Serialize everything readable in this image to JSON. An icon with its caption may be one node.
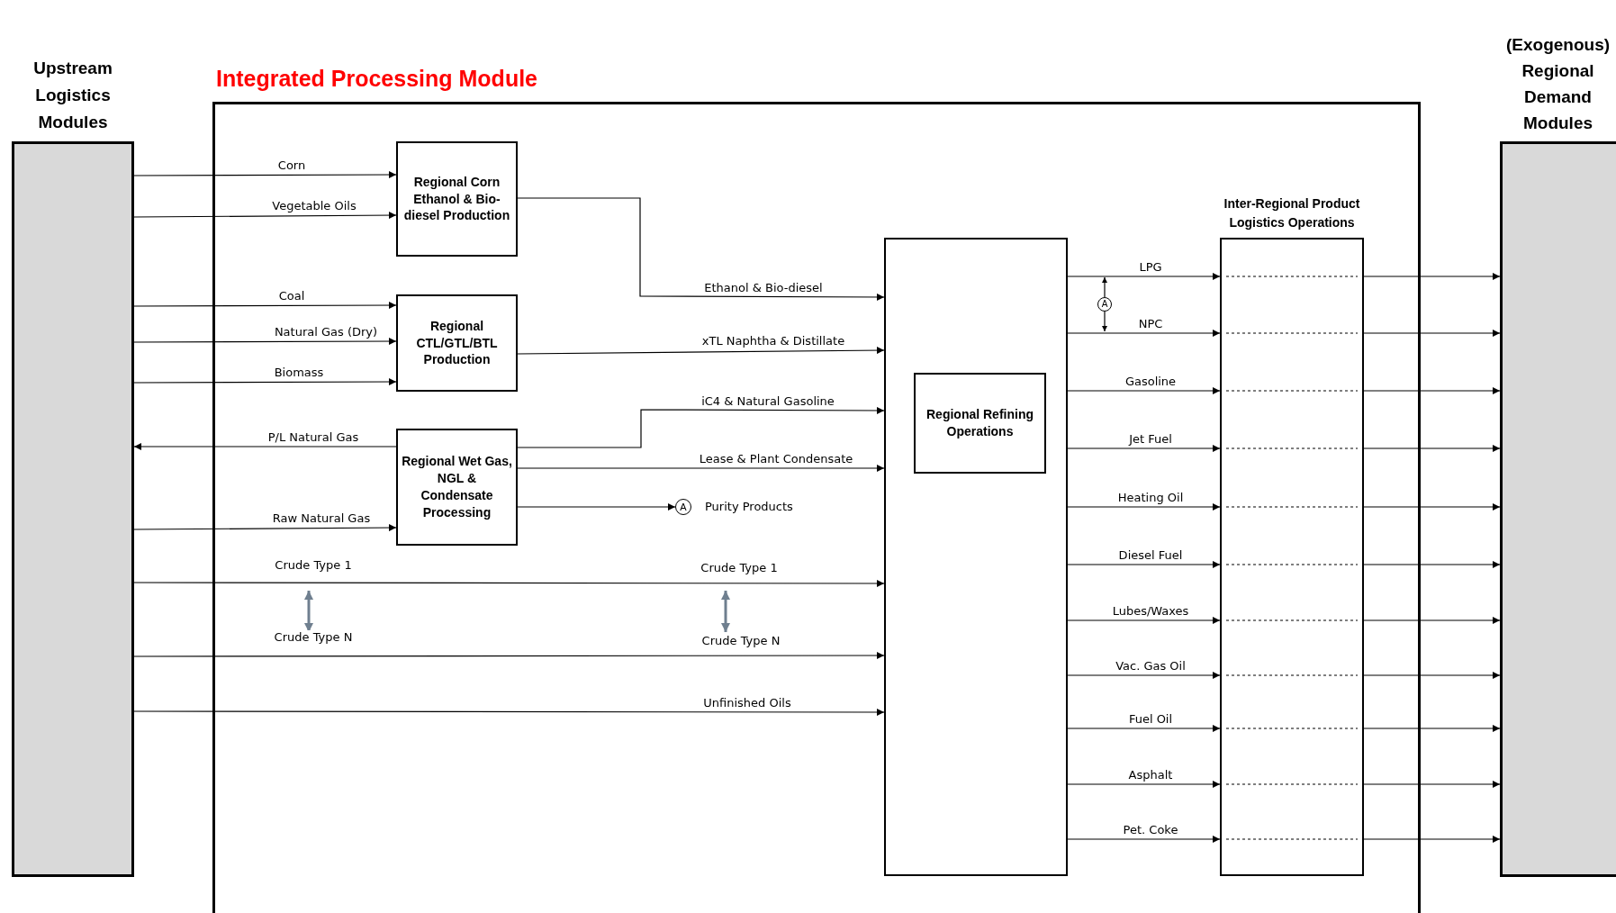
{
  "diagram": {
    "nodes": [
      {
        "text": [
          "Upstream Logistics Modules"
        ]
      },
      {
        "text": [
          "Integrated Processing Module"
        ]
      },
      {
        "text": [
          "Regional Corn Ethanol & Bio-diesel Production"
        ],
        "in": 1
      },
      {
        "text": [
          "Regional CTL/GTL/BTL Production"
        ],
        "in": 1
      },
      {
        "text": [
          "Regional Wet Gas, NGL & Condensate Processing"
        ],
        "in": 1
      },
      {
        "text": [],
        "shape": "box",
        "in": 1
      },
      {
        "text": [
          "Regional Refining Operations"
        ],
        "in": 5
      },
      {
        "text": [
          "Inter-Regional Product Logistics Operations"
        ],
        "in": 1
      },
      {
        "text": [
          "(Exogenous) Regional Demand Modules"
        ]
      },
      {
        "text": [
          "A"
        ],
        "beside": [
          "Purity Products"
        ],
        "in": 1
      },
      {
        "text": [
          "A"
        ],
        "in": 1
      }
    ],
    "edges": [
      {
        "from": 0,
        "to": 2,
        "arrow": "to",
        "label": "Corn"
      },
      {
        "from": 0,
        "to": 2,
        "arrow": "to",
        "label": "Vegetable Oils"
      },
      {
        "from": 0,
        "to": 3,
        "arrow": "to",
        "label": "Coal"
      },
      {
        "from": 0,
        "to": 3,
        "arrow": "to",
        "label": "Natural Gas (Dry)"
      },
      {
        "from": 0,
        "to": 3,
        "arrow": "to",
        "label": "Biomass"
      },
      {
        "from": 4,
        "to": 0,
        "arrow": "to",
        "label": "P/L Natural Gas"
      },
      {
        "from": 0,
        "to": 4,
        "arrow": "to",
        "label": "Raw Natural Gas"
      },
      {
        "from": 2,
        "to": 5,
        "arrow": "to",
        "label": "Ethanol & Bio-diesel"
      },
      {
        "from": 3,
        "to": 5,
        "arrow": "to",
        "label": "xTL Naphtha & Distillate"
      },
      {
        "from": 4,
        "to": 5,
        "arrow": "to",
        "label": "iC4 & Natural Gasoline"
      },
      {
        "from": 4,
        "to": 5,
        "arrow": "to",
        "label": "Lease & Plant Condensate"
      },
      {
        "from": 4,
        "to": 9,
        "arrow": "to"
      },
      {
        "from": 0,
        "to": 5,
        "arrow": "to",
        "label": "Crude Type 1"
      },
      {
        "from": 0,
        "to": 5,
        "arrow": "to",
        "label": "Crude Type N"
      },
      {
        "from": 0,
        "to": 5,
        "arrow": "to",
        "label": "Unfinished Oils"
      },
      {
        "from": 5,
        "to": 7,
        "arrow": "to",
        "label": "LPG"
      },
      {
        "from": 5,
        "to": 7,
        "arrow": "to",
        "label": "NPC"
      },
      {
        "from": 5,
        "to": 7,
        "arrow": "to",
        "label": "Gasoline"
      },
      {
        "from": 5,
        "to": 7,
        "arrow": "to",
        "label": "Jet Fuel"
      },
      {
        "from": 5,
        "to": 7,
        "arrow": "to",
        "label": "Heating Oil"
      },
      {
        "from": 5,
        "to": 7,
        "arrow": "to",
        "label": "Diesel Fuel"
      },
      {
        "from": 5,
        "to": 7,
        "arrow": "to",
        "label": "Lubes/Waxes"
      },
      {
        "from": 5,
        "to": 7,
        "arrow": "to",
        "label": "Vac. Gas Oil"
      },
      {
        "from": 5,
        "to": 7,
        "arrow": "to",
        "label": "Fuel Oil"
      },
      {
        "from": 5,
        "to": 7,
        "arrow": "to",
        "label": "Asphalt"
      },
      {
        "from": 5,
        "to": 7,
        "arrow": "to",
        "label": "Pet. Coke"
      },
      {
        "from": 7,
        "to": 8,
        "arrow": "to"
      },
      {
        "from": 7,
        "to": 8,
        "arrow": "to"
      },
      {
        "from": 7,
        "to": 8,
        "arrow": "to"
      },
      {
        "from": 7,
        "to": 8,
        "arrow": "to"
      },
      {
        "from": 7,
        "to": 8,
        "arrow": "to"
      },
      {
        "from": 7,
        "to": 8,
        "arrow": "to"
      },
      {
        "from": 7,
        "to": 8,
        "arrow": "to"
      },
      {
        "from": 7,
        "to": 8,
        "arrow": "to"
      },
      {
        "from": 7,
        "to": 8,
        "arrow": "to"
      },
      {
        "from": 7,
        "to": 8,
        "arrow": "to"
      },
      {
        "from": 7,
        "to": 8,
        "arrow": "to"
      },
      {
        "from": 10,
        "to": null,
        "arrow": "to"
      },
      {
        "from": 10,
        "to": null,
        "arrow": "to"
      }
    ],
    "labels": [
      "Crude Type 1",
      "Crude Type N"
    ]
  }
}
